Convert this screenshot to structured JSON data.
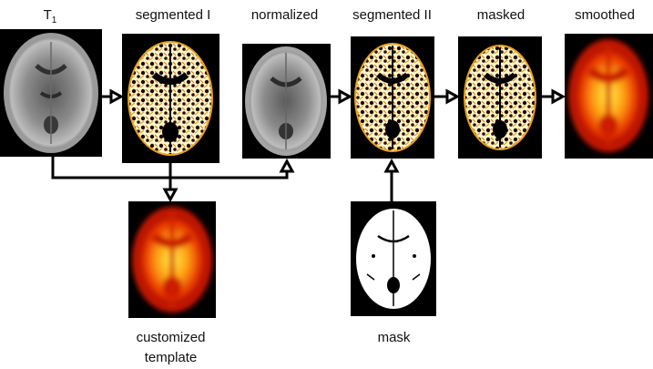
{
  "labels": {
    "t1_main": "T",
    "t1_sub": "1",
    "segmented_1": "segmented I",
    "normalized": "normalized",
    "segmented_2": "segmented II",
    "masked": "masked",
    "smoothed": "smoothed",
    "customized_template": "customized template",
    "mask": "mask"
  },
  "colors": {
    "arrow": "#000000",
    "panel_background": "#000000",
    "gray_brain": "#8a8a8a",
    "segmentation_tissue": "#fff6d0",
    "segmentation_edge": "#e8a020",
    "heat_core": "#ffff66",
    "heat_mid": "#ff8a00",
    "heat_outer": "#d11a00",
    "mask_fill": "#ffffff"
  },
  "icons": {
    "arrow_head": "open-triangle-arrow"
  }
}
